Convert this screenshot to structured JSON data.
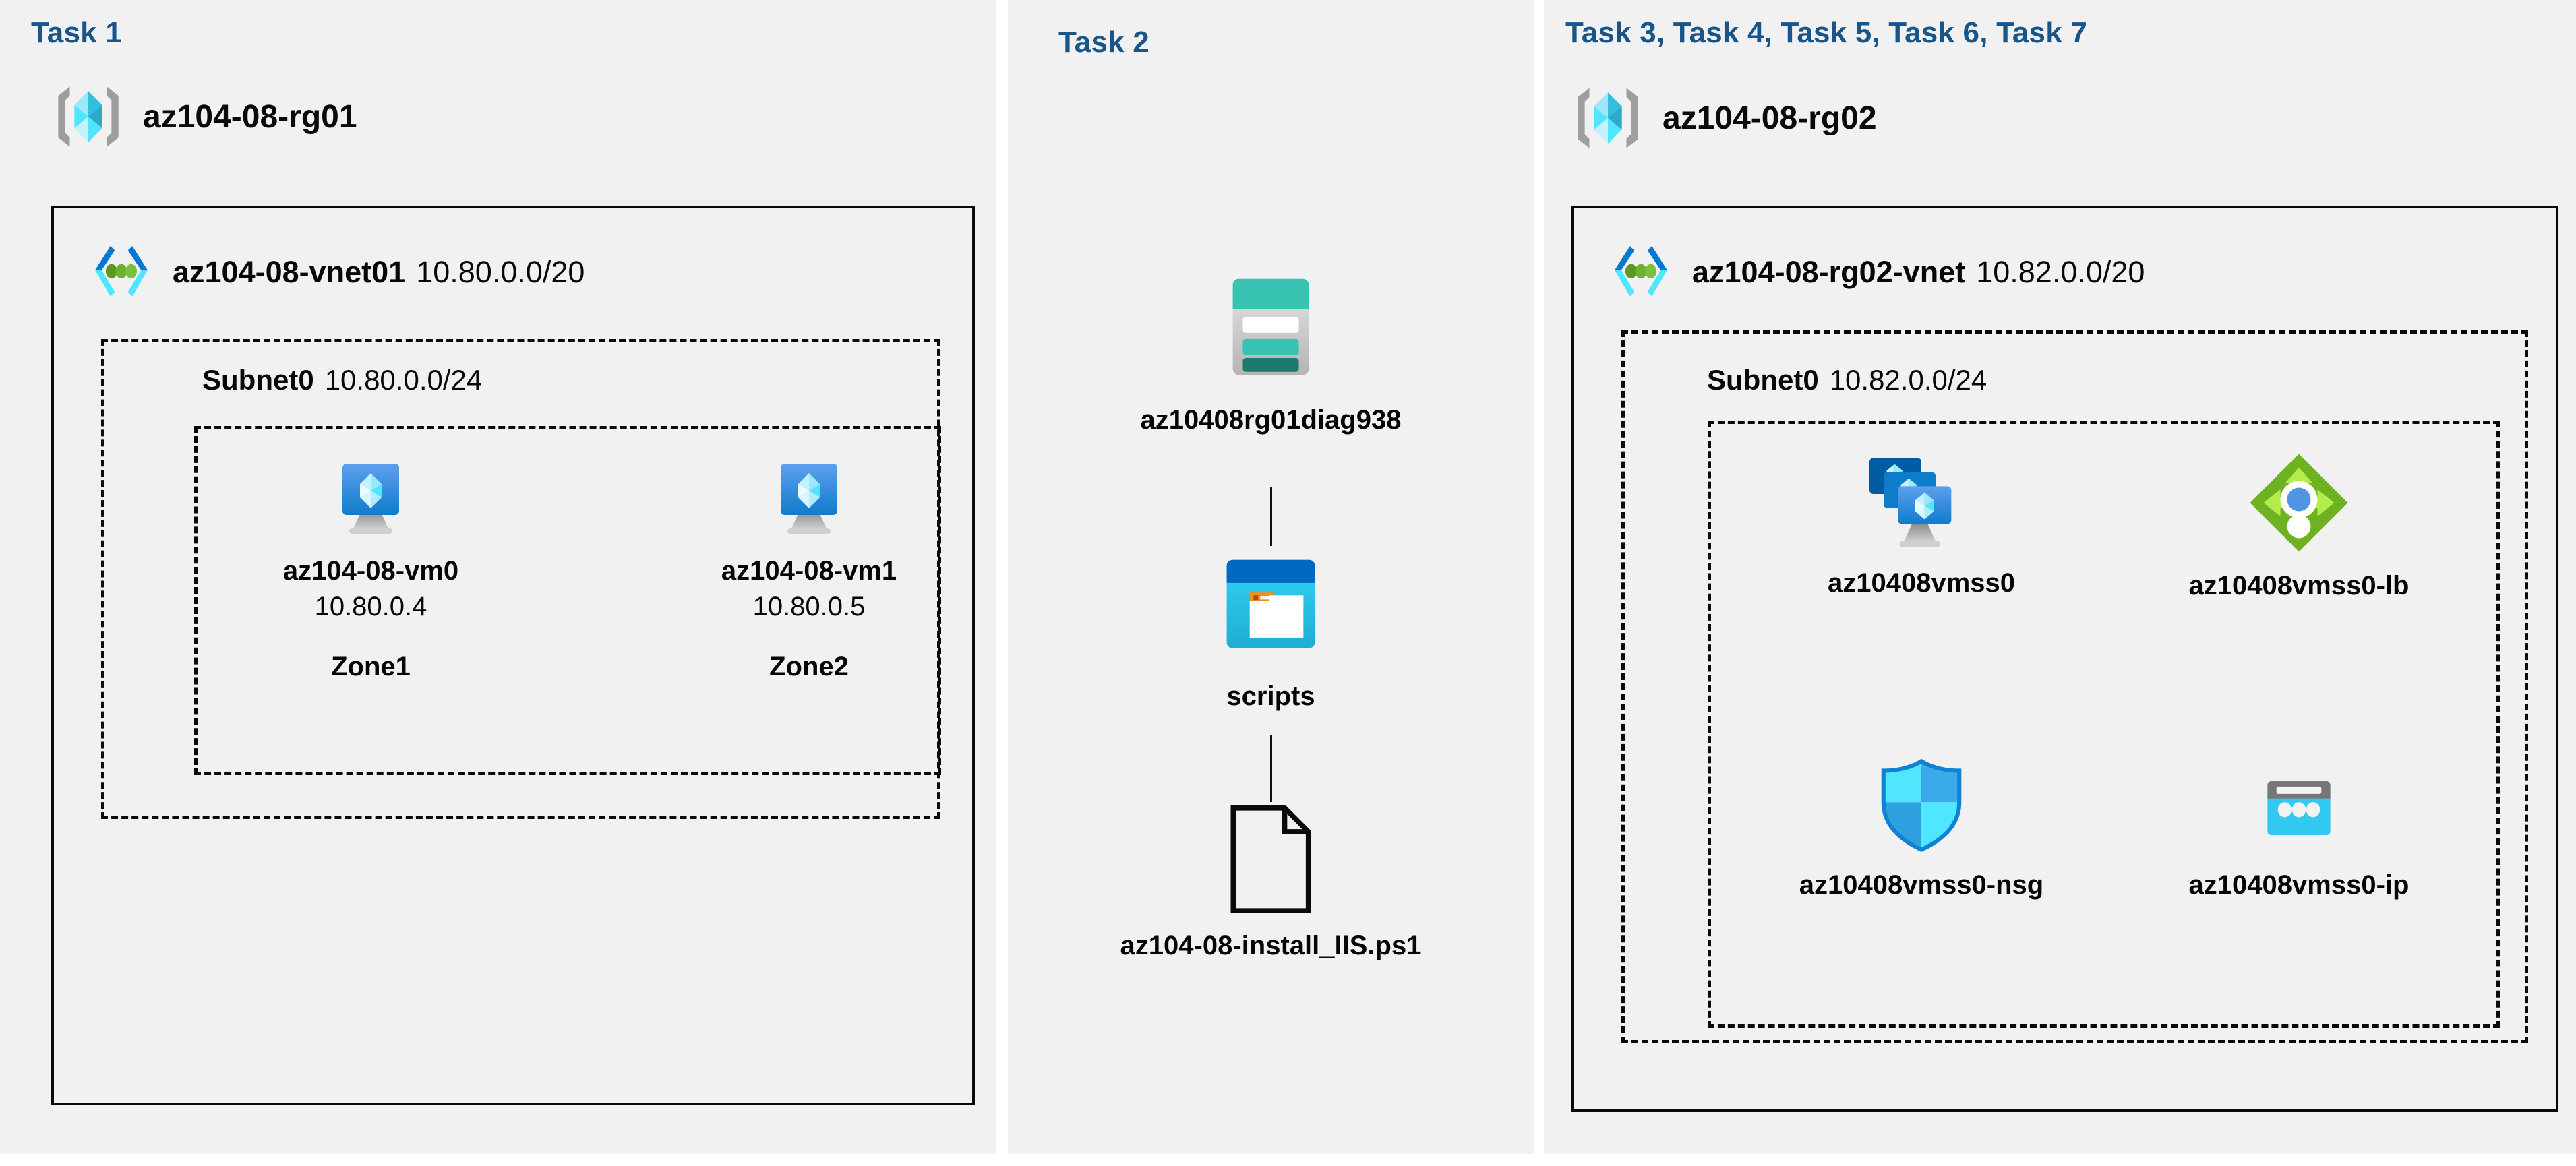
{
  "columns": [
    {
      "id": "task1",
      "heading": "Task 1",
      "resource_group": {
        "name": "az104-08-rg01",
        "icon": "resource-group-icon"
      },
      "vnet": {
        "name": "az104-08-vnet01",
        "cidr": "10.80.0.0/20",
        "icon": "virtual-network-icon"
      },
      "subnet": {
        "name": "Subnet0",
        "cidr": "10.80.0.0/24"
      },
      "vms": [
        {
          "name": "az104-08-vm0",
          "ip": "10.80.0.4",
          "zone": "Zone1",
          "icon": "virtual-machine-icon"
        },
        {
          "name": "az104-08-vm1",
          "ip": "10.80.0.5",
          "zone": "Zone2",
          "icon": "virtual-machine-icon"
        }
      ]
    },
    {
      "id": "task2",
      "heading": "Task 2",
      "items": [
        {
          "name": "az10408rg01diag938",
          "icon": "storage-account-icon"
        },
        {
          "name": "scripts",
          "icon": "blob-container-icon"
        },
        {
          "name": "az104-08-install_IIS.ps1",
          "icon": "file-icon"
        }
      ]
    },
    {
      "id": "task3to7",
      "heading": "Task 3, Task 4, Task 5, Task 6, Task 7",
      "resource_group": {
        "name": "az104-08-rg02",
        "icon": "resource-group-icon"
      },
      "vnet": {
        "name": "az104-08-rg02-vnet",
        "cidr": "10.82.0.0/20",
        "icon": "virtual-network-icon"
      },
      "subnet": {
        "name": "Subnet0",
        "cidr": "10.82.0.0/24"
      },
      "resources": [
        {
          "name": "az10408vmss0",
          "icon": "vm-scale-set-icon"
        },
        {
          "name": "az10408vmss0-lb",
          "icon": "load-balancer-icon"
        },
        {
          "name": "az10408vmss0-nsg",
          "icon": "network-security-group-icon"
        },
        {
          "name": "az10408vmss0-ip",
          "icon": "public-ip-address-icon"
        }
      ]
    }
  ],
  "colors": {
    "heading": "#18558a",
    "panel_bg": "#f1f1f1",
    "page_bg": "#ffffff",
    "border": "#0a0a0a",
    "azure_blue": "#0078d4",
    "azure_cyan": "#50e6ff",
    "storage_teal": "#37c2b1",
    "lb_green": "#6eb221",
    "nsg_blue": "#32bedd"
  }
}
